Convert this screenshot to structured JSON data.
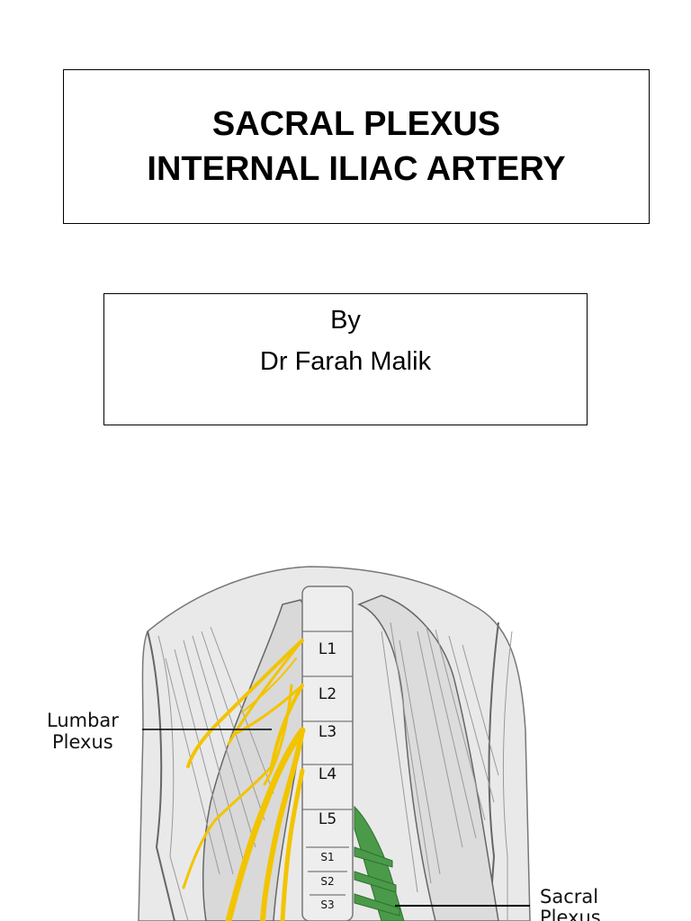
{
  "title": {
    "line1": "SACRAL PLEXUS",
    "line2": "INTERNAL ILIAC ARTERY"
  },
  "author": {
    "by": "By",
    "name": "Dr Farah Malik"
  },
  "figure": {
    "labels": {
      "lumbar_plexus_1": "Lumbar",
      "lumbar_plexus_2": "Plexus",
      "sacral_plexus_1": "Sacral",
      "sacral_plexus_2": "Plexus"
    },
    "vertebrae": [
      "L1",
      "L2",
      "L3",
      "L4",
      "L5",
      "S1",
      "S2",
      "S3"
    ],
    "colors": {
      "nerve": "#f2c400",
      "sacral_plexus": "#4a9a4a",
      "muscle": "#8a8a8a"
    }
  }
}
